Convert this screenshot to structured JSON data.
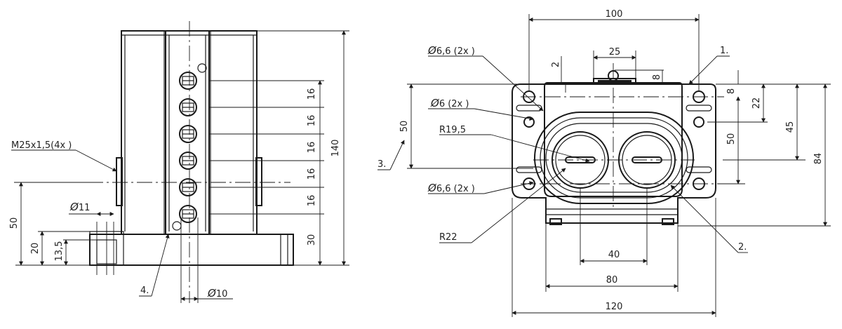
{
  "front_view": {
    "thread_label": "M25x1,5(4x )",
    "dim_pitch": [
      "16",
      "16",
      "16",
      "16",
      "16"
    ],
    "dim_30": "30",
    "dim_140": "140",
    "dim_50": "50",
    "dim_20": "20",
    "dim_13_5": "13,5",
    "dim_dia11": "11",
    "dim_dia10": "10",
    "callout_4": "4."
  },
  "top_view": {
    "dim_100": "100",
    "dim_25": "25",
    "dim_2": "2",
    "dim_8_top": "8",
    "dim_8_right": "8",
    "dim_22": "22",
    "dim_45": "45",
    "dim_50_right": "50",
    "dim_84": "84",
    "dim_50_left": "50",
    "dim_40": "40",
    "dim_80": "80",
    "dim_120": "120",
    "hole_66_top": "6,6 (2x )",
    "hole_6": "6 (2x )",
    "hole_66_bottom": "6,6 (2x )",
    "radius_19_5": "R19,5",
    "radius_22": "R22",
    "callout_1": "1.",
    "callout_2": "2.",
    "callout_3": "3."
  },
  "symbols": {
    "diameter": "Ø"
  }
}
